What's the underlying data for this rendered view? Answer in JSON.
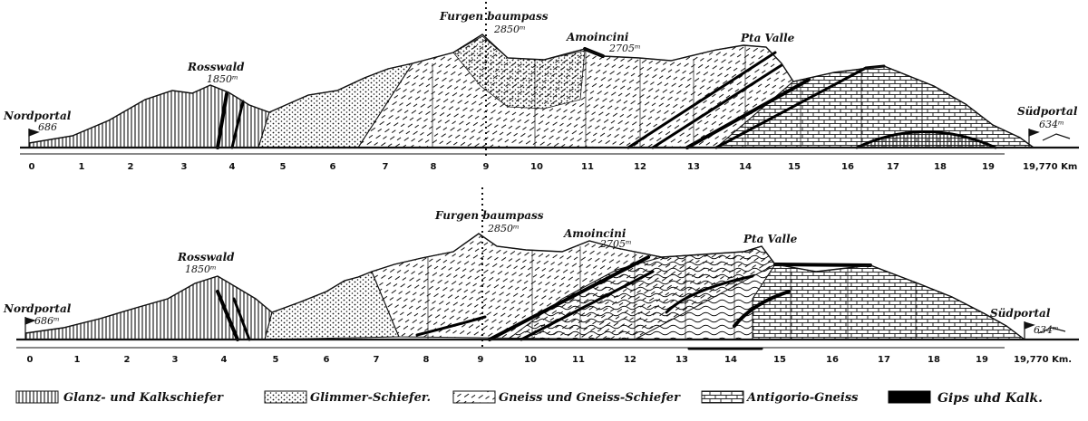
{
  "colors": {
    "ink": "#111111",
    "paper": "#ffffff",
    "gips": "#000000"
  },
  "profile_top": {
    "labels": {
      "nordportal": "Nordportal",
      "nordportal_elev": "686",
      "rosswald": "Rosswald",
      "rosswald_elev": "1850ᵐ",
      "furgen": "Furgen baumpass",
      "furgen_elev": "2850ᵐ",
      "amoincini": "Amoincini",
      "amoincini_elev": "2705ᵐ",
      "pta_valle": "Pta Valle",
      "sudportal": "Südportal",
      "sudportal_elev": "634ᵐ"
    },
    "km_ticks": [
      "0",
      "1",
      "2",
      "3",
      "4",
      "5",
      "6",
      "7",
      "8",
      "9",
      "10",
      "11",
      "12",
      "13",
      "14",
      "15",
      "16",
      "17",
      "18",
      "19"
    ],
    "km_end": "19,770 Km"
  },
  "profile_bottom": {
    "labels": {
      "nordportal": "Nordportal",
      "nordportal_elev": "686ᵐ",
      "rosswald": "Rosswald",
      "rosswald_elev": "1850ᵐ",
      "furgen": "Furgen baumpass",
      "furgen_elev": "2850ᵐ",
      "amoincini": "Amoincini",
      "amoincini_elev": "2705ᵐ",
      "pta_valle": "Pta Valle",
      "sudportal": "Südportal",
      "sudportal_elev": "634ᵐ"
    },
    "km_ticks": [
      "0",
      "1",
      "2",
      "3",
      "4",
      "5",
      "6",
      "7",
      "8",
      "9",
      "10",
      "11",
      "12",
      "13",
      "14",
      "15",
      "16",
      "17",
      "18",
      "19"
    ],
    "km_end": "19,770 Km."
  },
  "legend": [
    {
      "label": "Glanz- und Kalkschiefer",
      "pattern": "vertical-hatch"
    },
    {
      "label": "Glimmer-Schiefer.",
      "pattern": "dots"
    },
    {
      "label": "Gneiss und Gneiss-Schiefer",
      "pattern": "slanted-dashes"
    },
    {
      "label": "Antigorio-Gneiss",
      "pattern": "brick"
    },
    {
      "label": "Gips uhd Kalk.",
      "pattern": "solid-black"
    }
  ]
}
